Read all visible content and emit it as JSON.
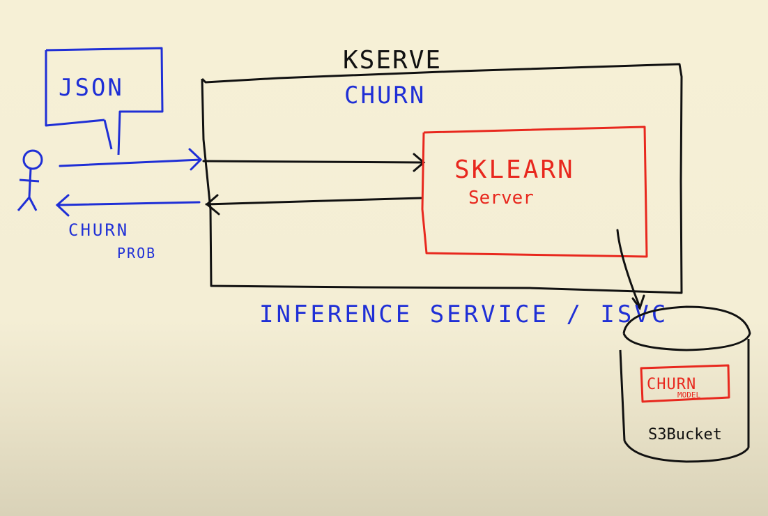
{
  "colors": {
    "blue": "#1f2fd6",
    "black": "#111111",
    "red": "#e8281e",
    "paper": "#f6f0d6"
  },
  "labels": {
    "kserve": "KSERVE",
    "churn": "CHURN",
    "json": "JSON",
    "sklearn": "SKLEARN",
    "server": "Server",
    "churn_prob_1": "CHURN",
    "churn_prob_2": "PROB",
    "inference_service": "INFERENCE SERVICE / ISVC",
    "churn_model_1": "CHURN",
    "churn_model_2": "MODEL",
    "s3_bucket": "S3Bucket"
  }
}
